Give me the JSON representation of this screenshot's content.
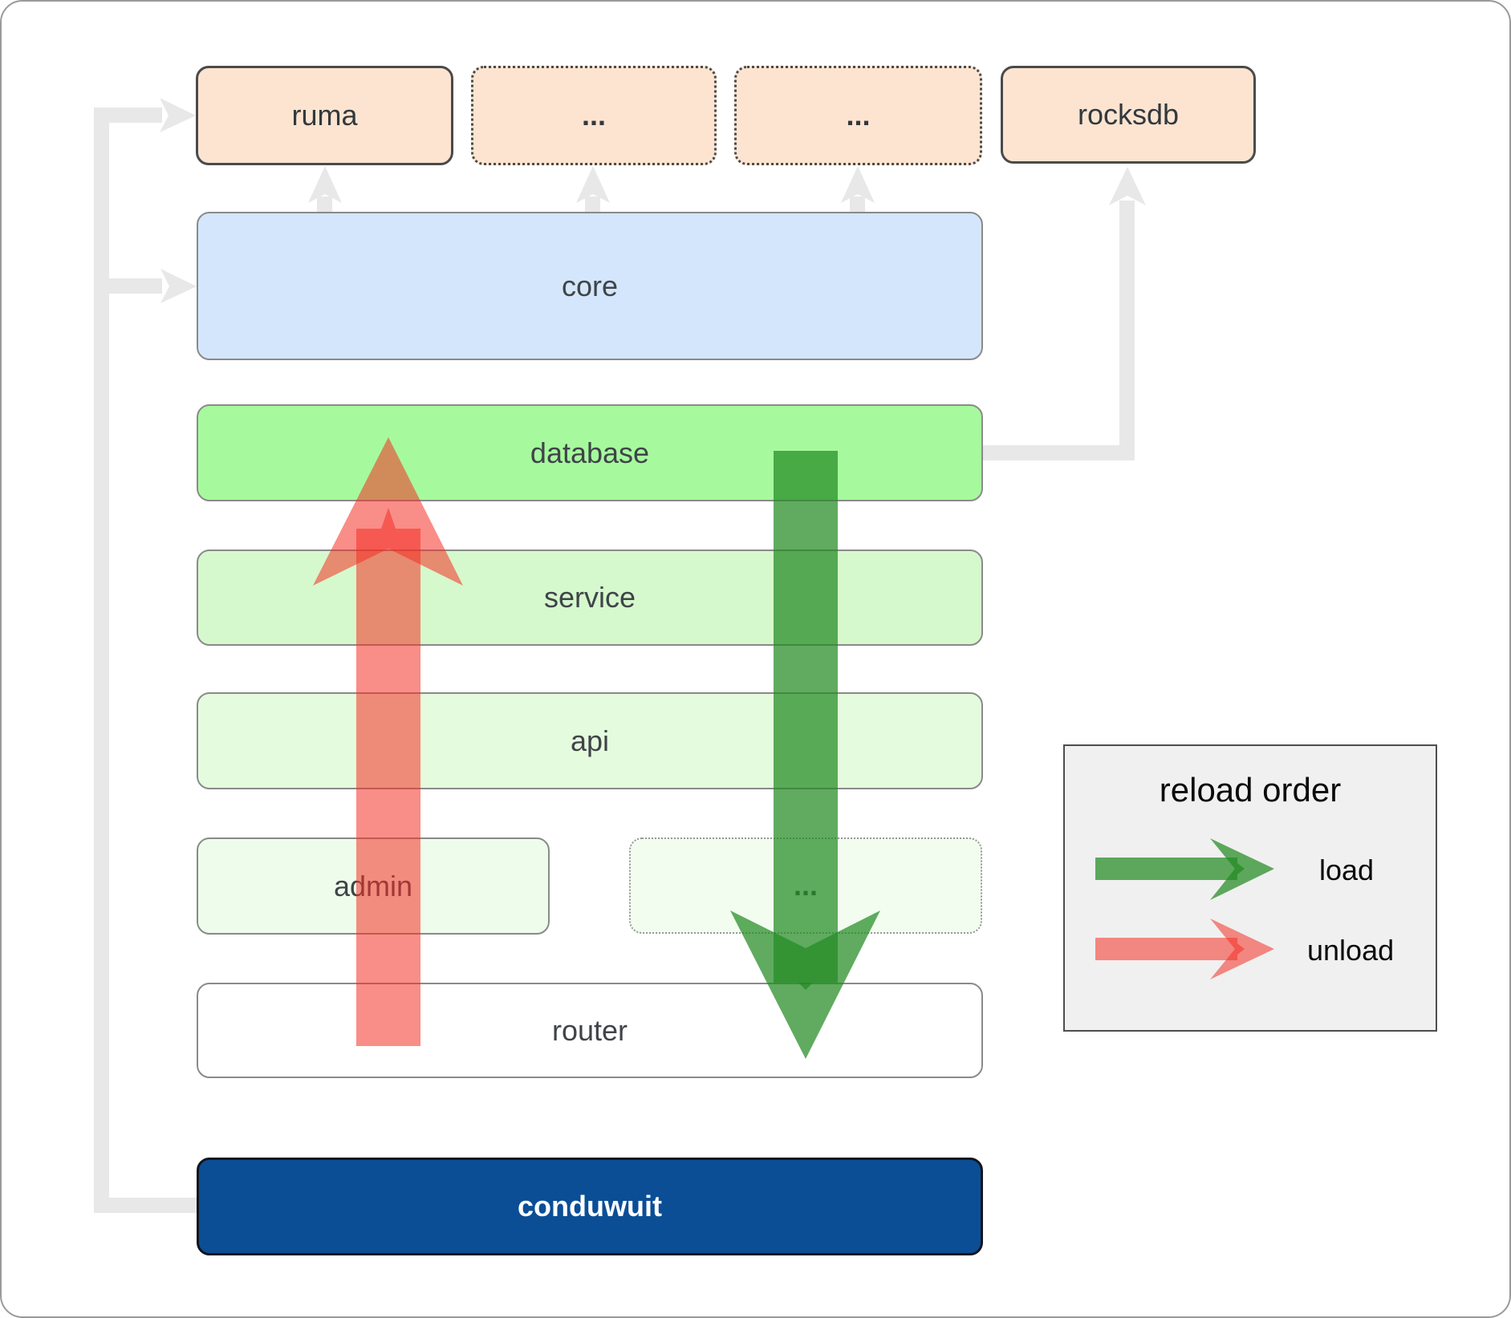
{
  "boxes": {
    "ruma": "ruma",
    "ellipsis_top_1": "...",
    "ellipsis_top_2": "...",
    "rocksdb": "rocksdb",
    "core": "core",
    "database": "database",
    "service": "service",
    "api": "api",
    "admin": "admin",
    "ellipsis_admin_row": "...",
    "router": "router",
    "conduwuit": "conduwuit"
  },
  "legend": {
    "title": "reload order",
    "load_label": "load",
    "unload_label": "unload"
  },
  "colors": {
    "peach_box": "#fce4d1",
    "core_blue": "#d4e6fb",
    "database_green": "#a6fa9d",
    "service_green": "#d6f8cd",
    "api_green": "#e5fbdd",
    "admin_green": "#eefcec",
    "ellipsis_green": "#f2fdf0",
    "router_white": "#ffffff",
    "conduwuit_navy": "#0b4e96",
    "legend_bg": "#f0f0f0",
    "connector_gray": "#e8e8e8",
    "load_arrow": "rgba(34,139,34,0.72)",
    "unload_arrow": "rgba(244,47,37,0.55)"
  }
}
